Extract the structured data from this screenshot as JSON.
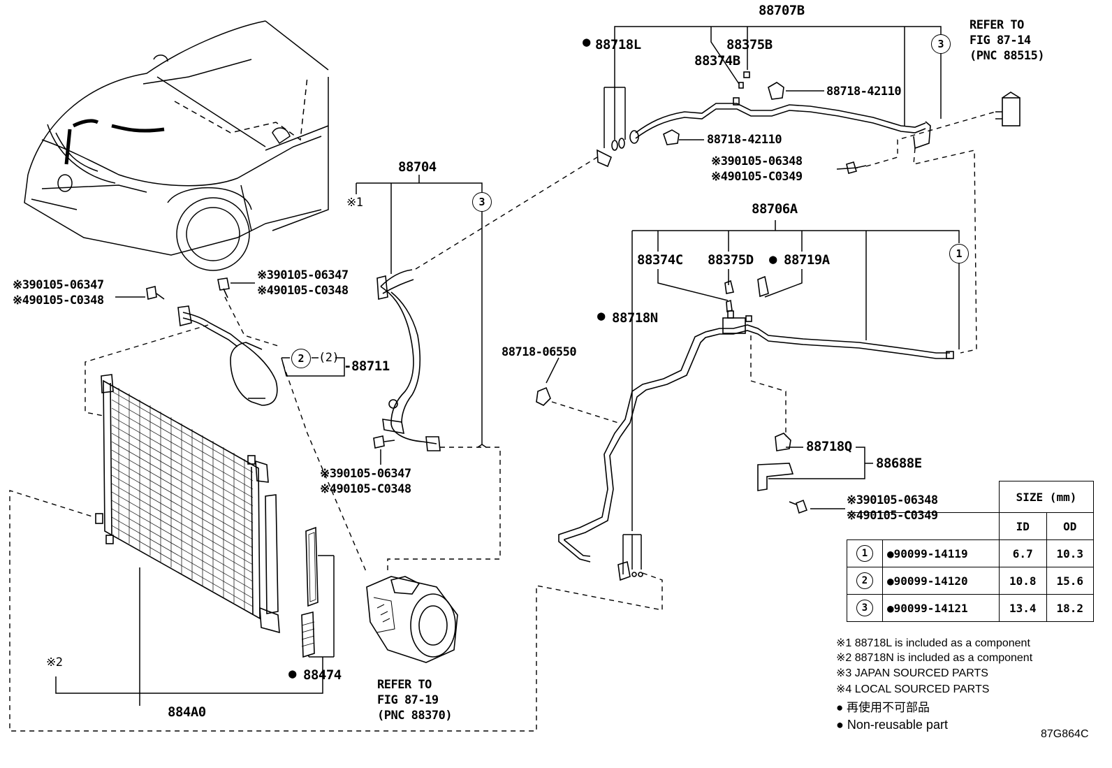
{
  "diagram_code": "87G864C",
  "parts": {
    "p88707B": "88707B",
    "p88718L": "88718L",
    "p88375B": "88375B",
    "p88374B": "88374B",
    "p88718_42110_a": "88718-42110",
    "p88718_42110_b": "88718-42110",
    "p88704": "88704",
    "p88706A": "88706A",
    "p88374C": "88374C",
    "p88375D": "88375D",
    "p88719A": "88719A",
    "p88718N": "88718N",
    "p88718_06550": "88718-06550",
    "p88718Q": "88718Q",
    "p88688E": "88688E",
    "p88711": "-88711",
    "p88474": "88474",
    "p884A0": "884A0"
  },
  "refs": {
    "top_right_line1": "REFER TO",
    "top_right_line2": "FIG 87-14",
    "top_right_line3": "(PNC 88515)",
    "bottom_line1": "REFER TO",
    "bottom_line2": "FIG 87-19",
    "bottom_line3": "(PNC 88370)"
  },
  "bolts": {
    "top_right_a": "※390105-06348",
    "top_right_b": "※490105-C0349",
    "left_a": "※390105-06347",
    "left_b": "※490105-C0348",
    "mid_a": "※390105-06347",
    "mid_b": "※490105-C0348",
    "center_a": "※390105-06347",
    "center_b": "※490105-C0348",
    "right_a": "※390105-06348",
    "right_b": "※490105-C0349"
  },
  "markers": {
    "x1": "※1",
    "x2": "※2",
    "c3_top": "3",
    "c3_mid": "3",
    "c1_right": "1",
    "c2_left": "2",
    "c2_paren": "(2)"
  },
  "size_table": {
    "header": "SIZE (mm)",
    "col_id": "ID",
    "col_od": "OD",
    "rows": [
      {
        "mark": "1",
        "part": "●90099-14119",
        "id": "6.7",
        "od": "10.3"
      },
      {
        "mark": "2",
        "part": "●90099-14120",
        "id": "10.8",
        "od": "15.6"
      },
      {
        "mark": "3",
        "part": "●90099-14121",
        "id": "13.4",
        "od": "18.2"
      }
    ]
  },
  "notes": [
    "※1 88718L is included as a component",
    "※2 88718N is included as a component",
    "※3 JAPAN SOURCED PARTS",
    "※4 LOCAL SOURCED PARTS",
    "● 再使用不可部品",
    "● Non-reusable part"
  ]
}
